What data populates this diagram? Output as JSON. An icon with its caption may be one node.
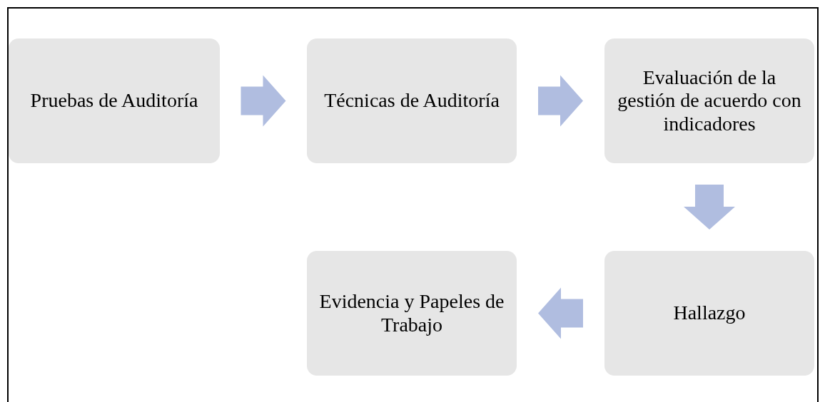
{
  "diagram": {
    "nodes": [
      {
        "text": [
          "Pruebas de Auditoría"
        ]
      },
      {
        "text": [
          "Técnicas de Auditoría"
        ]
      },
      {
        "text": [
          "Evaluación de la gestión de acuerdo con indicadores"
        ]
      },
      {
        "text": [
          "Hallazgo"
        ]
      },
      {
        "text": [
          "Evidencia y Papeles de Trabajo"
        ]
      }
    ],
    "edges": [
      {
        "from": 0,
        "to": 1,
        "arrow": "to"
      },
      {
        "from": 1,
        "to": 2,
        "arrow": "to"
      },
      {
        "from": 2,
        "to": 3,
        "arrow": "to"
      },
      {
        "from": 3,
        "to": 4,
        "arrow": "to"
      }
    ]
  }
}
